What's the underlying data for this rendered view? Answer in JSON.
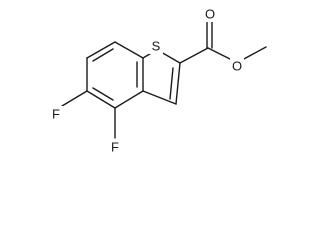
{
  "molecule": {
    "atoms": {
      "sulfur": "S",
      "carbonyl_oxygen": "O",
      "ester_oxygen": "O",
      "fluorine_5": "F",
      "fluorine_4": "F"
    },
    "colors": {
      "bond": "#1a1a1a",
      "label": "#1a1a1a",
      "background": "#ffffff"
    }
  }
}
